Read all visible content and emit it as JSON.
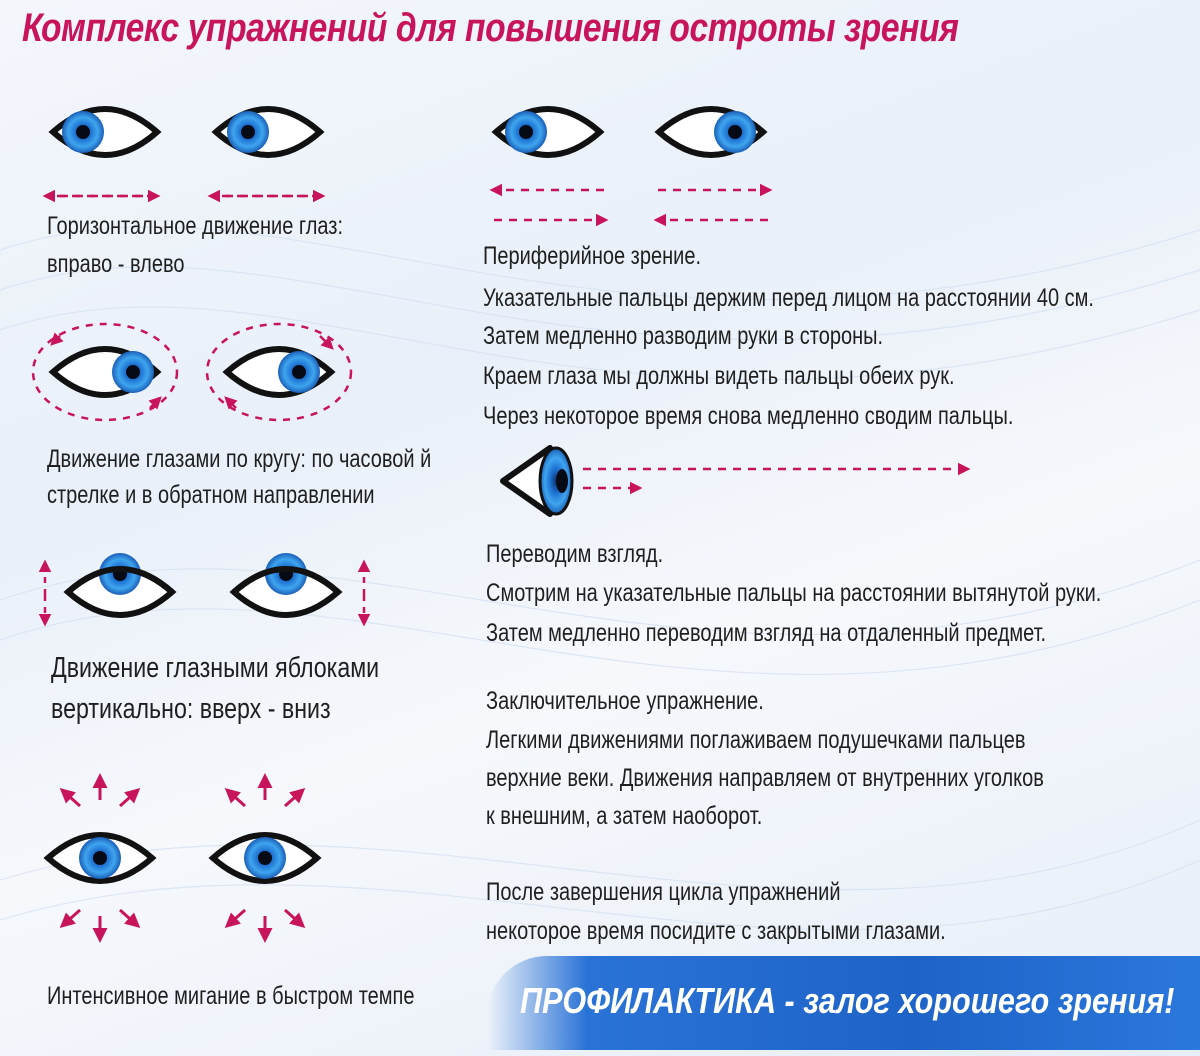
{
  "title": "Комплекс упражнений для повышения остроты зрения",
  "exercises": {
    "horizontal": [
      "Горизонтальное движение глаз:",
      "вправо - влево"
    ],
    "circle": [
      "Движение глазами по кругу: по часовой  й",
      "стрелке и в обратном направлении"
    ],
    "vertical": [
      "Движение глазными яблоками",
      "вертикально: вверх - вниз"
    ],
    "blink": [
      "Интенсивное мигание в быстром темпе"
    ],
    "peripheral": [
      "Периферийное зрение.",
      "Указательные пальцы держим перед лицом на расстоянии 40 см.",
      "Затем медленно разводим руки в стороны.",
      "Краем глаза мы должны видеть пальцы обеих рук.",
      "Через некоторое время снова медленно сводим пальцы."
    ],
    "gaze": [
      "Переводим взгляд.",
      "Смотрим на указательные пальцы на расстоянии вытянутой руки.",
      "Затем медленно переводим взгляд на отдаленный предмет."
    ],
    "final": [
      "Заключительное упражнение.",
      "Легкими движениями поглаживаем подушечками пальцев",
      "верхние веки. Движения направляем от внутренних уголков",
      "к внешним, а затем наоборот."
    ],
    "after": [
      "После завершения цикла упражнений",
      "некоторое время посидите с закрытыми глазами."
    ]
  },
  "banner": "ПРОФИЛАКТИКА - залог хорошего зрения!",
  "colors": {
    "title": "#c8145b",
    "arrows": "#c8145b",
    "iris": "#2a8fe0",
    "banner": "#2a73d6"
  },
  "icons": [
    "eye-icon",
    "arrow-icon"
  ]
}
